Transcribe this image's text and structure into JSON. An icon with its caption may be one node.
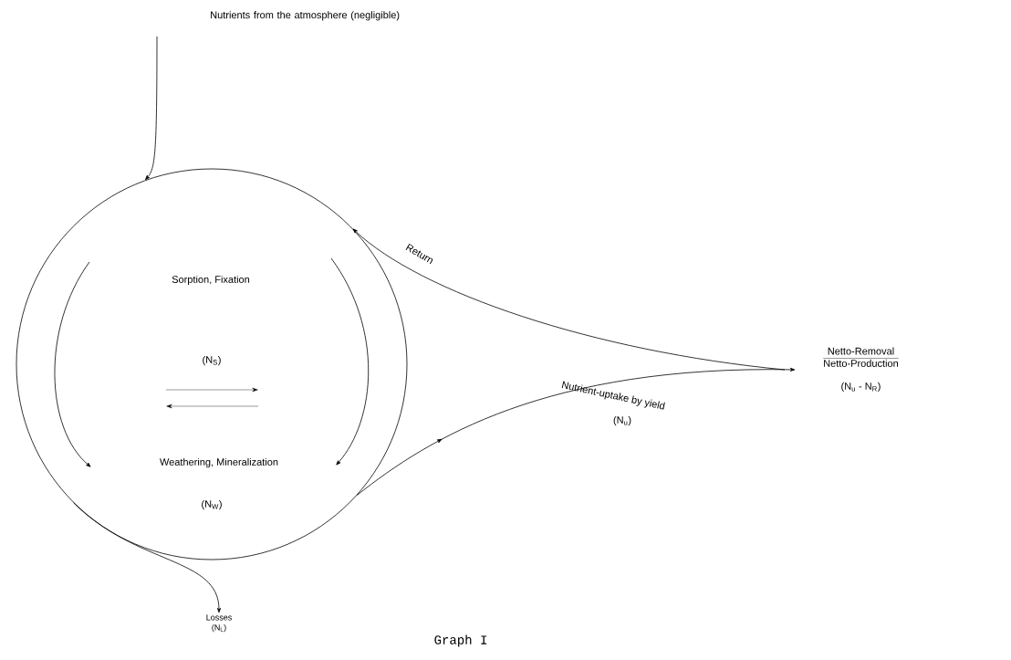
{
  "diagram": {
    "caption": "Graph I",
    "nodes": [
      {
        "text": [
          "Nutrients from the atmosphere (negligible)"
        ]
      },
      {
        "text": [
          "Sorption, Fixation",
          "(N$_{S}$)",
          "Weathering, Mineralization",
          "(N$_{W}$)"
        ]
      },
      {
        "text": [
          "Netto-Removal",
          "Netto-Production",
          "(N$_{u}$ - N$_{R}$)"
        ]
      },
      {
        "text": [
          "Losses",
          "(N$_{L}$)"
        ]
      }
    ],
    "edges": [
      {
        "from": 0,
        "to": 1,
        "arrow": "to"
      },
      {
        "from": 1,
        "to": 2,
        "arrow": "to",
        "label": "Nutrient-uptake by yield"
      },
      {
        "from": 2,
        "to": 1,
        "arrow": "to",
        "label": "Return"
      },
      {
        "from": 1,
        "to": 3,
        "arrow": "to"
      }
    ],
    "labels": [
      "(N$_{u}$)"
    ]
  }
}
